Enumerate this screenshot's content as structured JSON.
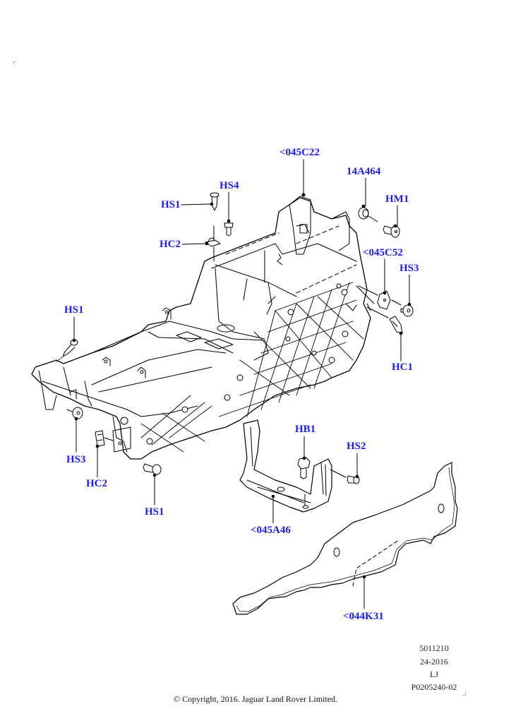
{
  "diagram": {
    "title": "Console frame assembly exploded view",
    "label_color": "#1a1aff",
    "line_color": "#000000",
    "callouts": [
      {
        "id": "045C22",
        "text": "<045C22"
      },
      {
        "id": "14A464",
        "text": "14A464"
      },
      {
        "id": "HM1",
        "text": "HM1"
      },
      {
        "id": "HS4",
        "text": "HS4"
      },
      {
        "id": "HS1_top",
        "text": "HS1"
      },
      {
        "id": "HC2_top",
        "text": "HC2"
      },
      {
        "id": "045C52",
        "text": "<045C52"
      },
      {
        "id": "HS3_right",
        "text": "HS3"
      },
      {
        "id": "HS1_left",
        "text": "HS1"
      },
      {
        "id": "HC1",
        "text": "HC1"
      },
      {
        "id": "HS3_left",
        "text": "HS3"
      },
      {
        "id": "HC2_bottom",
        "text": "HC2"
      },
      {
        "id": "HS1_bottom",
        "text": "HS1"
      },
      {
        "id": "HB1",
        "text": "HB1"
      },
      {
        "id": "HS2",
        "text": "HS2"
      },
      {
        "id": "045A46",
        "text": "<045A46"
      },
      {
        "id": "044K31",
        "text": "<044K31"
      }
    ]
  },
  "reference": {
    "line1": "5011210",
    "line2": "24-2016",
    "line3": "LJ",
    "line4": "P0205240-02"
  },
  "footer": {
    "copyright": "© Copyright, 2016. Jaguar Land Rover Limited."
  }
}
